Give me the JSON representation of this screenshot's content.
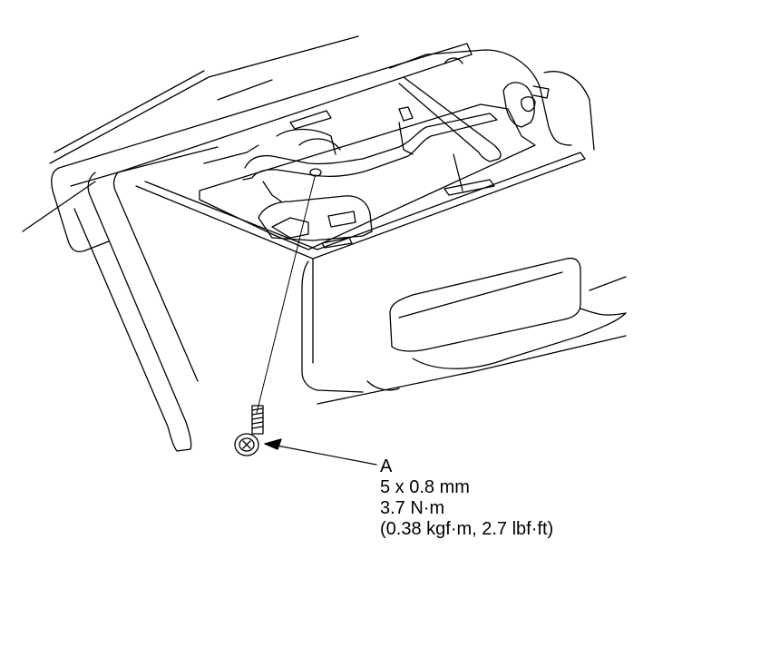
{
  "callout": {
    "label": "A",
    "size": "5 x 0.8 mm",
    "torque_nm": "3.7 N·m",
    "torque_alt": "(0.38 kgf·m, 2.7 lbf·ft)"
  },
  "colors": {
    "line": "#000000",
    "background": "#ffffff"
  }
}
